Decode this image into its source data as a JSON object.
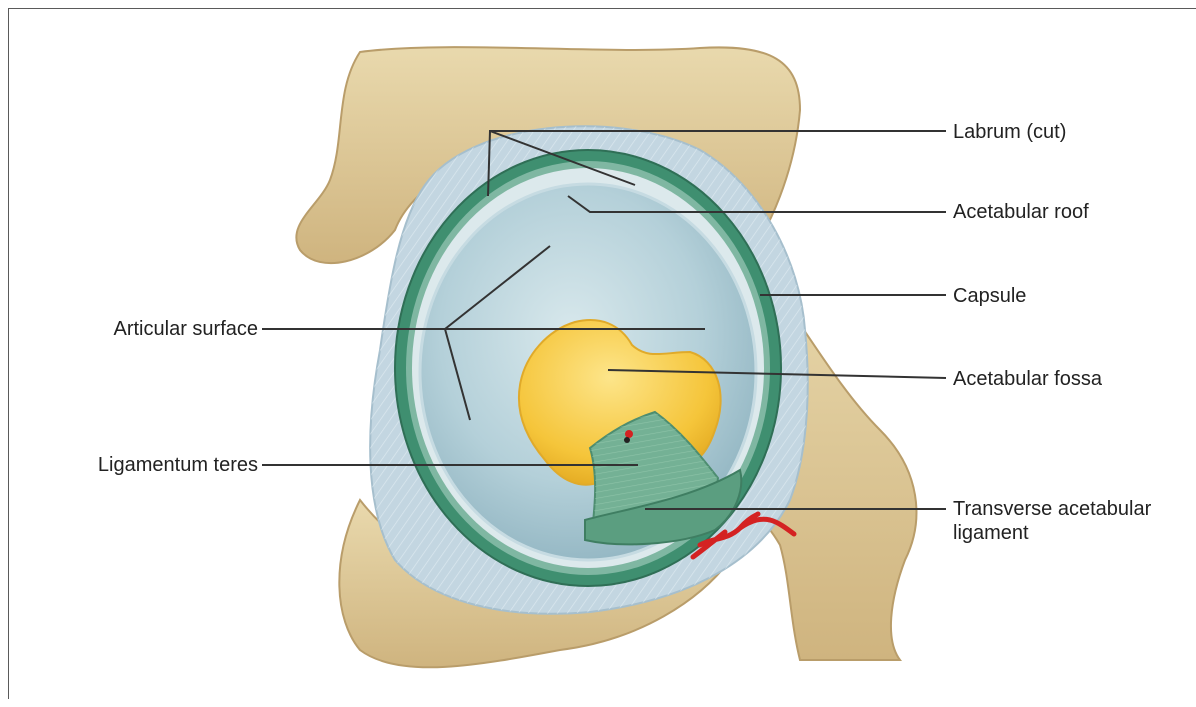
{
  "diagram": {
    "labels": {
      "labrum": "Labrum (cut)",
      "acetabular_roof": "Acetabular roof",
      "capsule": "Capsule",
      "acetabular_fossa": "Acetabular fossa",
      "transverse_line1": "Transverse acetabular",
      "transverse_line2": "ligament",
      "articular_surface": "Articular surface",
      "ligamentum_teres": "Ligamentum teres"
    },
    "colors": {
      "bone": "#e0cd9f",
      "bone_shadow": "#b99d6a",
      "capsule": "#b9cfdc",
      "labrum": "#3f8f70",
      "cartilage": "#a9c8d2",
      "fossa": "#f3c63c",
      "ligament": "#6fae91",
      "artery": "#d42222"
    }
  }
}
